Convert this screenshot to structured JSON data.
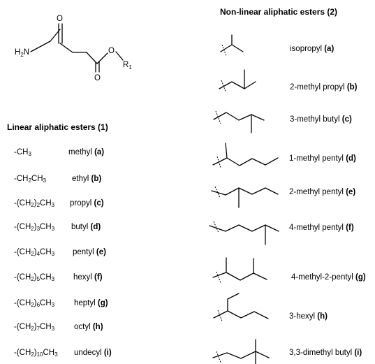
{
  "nonlinear_header": "Non-linear aliphatic esters (2)",
  "linear_header": "Linear aliphatic esters (1)",
  "core_structure": {
    "labels": {
      "amine": "H2N",
      "ketone_o": "O",
      "ester_o_dbl": "O",
      "ester_o": "O",
      "r_group": "R1"
    }
  },
  "linear_esters": [
    {
      "formula": "-CH3",
      "name": "methyl",
      "code": "(a)"
    },
    {
      "formula": "-CH2CH3",
      "name": "ethyl",
      "code": "(b)"
    },
    {
      "formula": "-(CH2)2CH3",
      "name": "propyl",
      "code": "(c)"
    },
    {
      "formula": "-(CH2)3CH3",
      "name": "butyl",
      "code": "(d)"
    },
    {
      "formula": "-(CH2)4CH3",
      "name": "pentyl",
      "code": "(e)"
    },
    {
      "formula": "-(CH2)5CH3",
      "name": "hexyl",
      "code": "(f)"
    },
    {
      "formula": "-(CH2)6CH3",
      "name": "heptyl",
      "code": "(g)"
    },
    {
      "formula": "-(CH2)7CH3",
      "name": "octyl",
      "code": "(h)"
    },
    {
      "formula": "-(CH2)10CH3",
      "name": "undecyl",
      "code": "(i)"
    }
  ],
  "nonlinear_esters": [
    {
      "name": "isopropyl",
      "code": "(a)",
      "structure": "isopropyl"
    },
    {
      "name": "2-methyl propyl",
      "code": "(b)",
      "structure": "2-methyl-propyl"
    },
    {
      "name": "3-methyl butyl",
      "code": "(c)",
      "structure": "3-methyl-butyl"
    },
    {
      "name": "1-methyl pentyl",
      "code": "(d)",
      "structure": "1-methyl-pentyl"
    },
    {
      "name": "2-methyl pentyl",
      "code": "(e)",
      "structure": "2-methyl-pentyl"
    },
    {
      "name": "4-methyl pentyl",
      "code": "(f)",
      "structure": "4-methyl-pentyl"
    },
    {
      "name": "4-methyl-2-pentyl",
      "code": "(g)",
      "structure": "4-methyl-2-pentyl"
    },
    {
      "name": "3-hexyl",
      "code": "(h)",
      "structure": "3-hexyl"
    },
    {
      "name": "3,3-dimethyl butyl",
      "code": "(i)",
      "structure": "3,3-dimethyl-butyl"
    }
  ]
}
